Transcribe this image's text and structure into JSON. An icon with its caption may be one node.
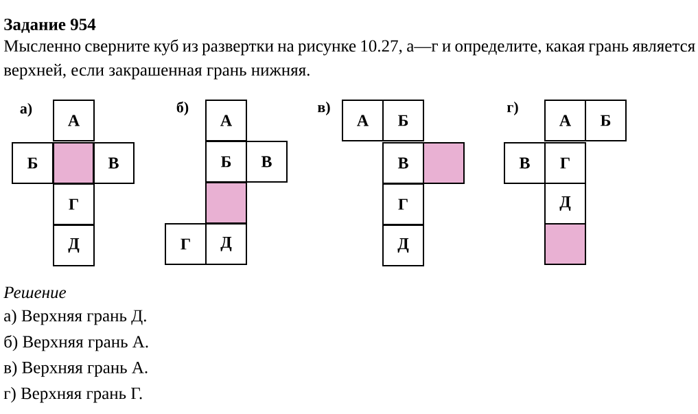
{
  "diagram": {
    "title": "Задание 954",
    "nodes": [
      {
        "text": [
          "А"
        ]
      },
      {
        "text": [
          "Б"
        ]
      },
      {
        "text": [],
        "shape": "box"
      },
      {
        "text": [
          "В"
        ]
      },
      {
        "text": [
          "Г"
        ]
      },
      {
        "text": [
          "Д"
        ]
      },
      {
        "text": [
          "А"
        ]
      },
      {
        "text": [
          "Б"
        ]
      },
      {
        "text": [
          "В"
        ]
      },
      {
        "text": [],
        "shape": "box"
      },
      {
        "text": [
          "Г"
        ]
      },
      {
        "text": [
          "Д"
        ]
      },
      {
        "text": [
          "А"
        ]
      },
      {
        "text": [
          "Б"
        ]
      },
      {
        "text": [
          "В"
        ]
      },
      {
        "text": [],
        "shape": "box"
      },
      {
        "text": [
          "Г"
        ]
      },
      {
        "text": [
          "Д"
        ]
      },
      {
        "text": [
          "А"
        ]
      },
      {
        "text": [
          "Б"
        ]
      },
      {
        "text": [
          "В"
        ]
      },
      {
        "text": [
          "Г"
        ]
      },
      {
        "text": [
          "Д"
        ]
      },
      {
        "text": [],
        "shape": "box"
      }
    ],
    "labels": [
      "Мысленно сверните куб из развертки на рисунке 10.27, а—г и определите, какая грань является верхней, если закрашенная грань нижняя.",
      "а)",
      "б)",
      "в)",
      "г)",
      "Решение",
      "а) Верхняя грань Д.",
      "б) Верхняя грань А.",
      "в) Верхняя грань А.",
      "г) Верхняя грань Г."
    ]
  }
}
